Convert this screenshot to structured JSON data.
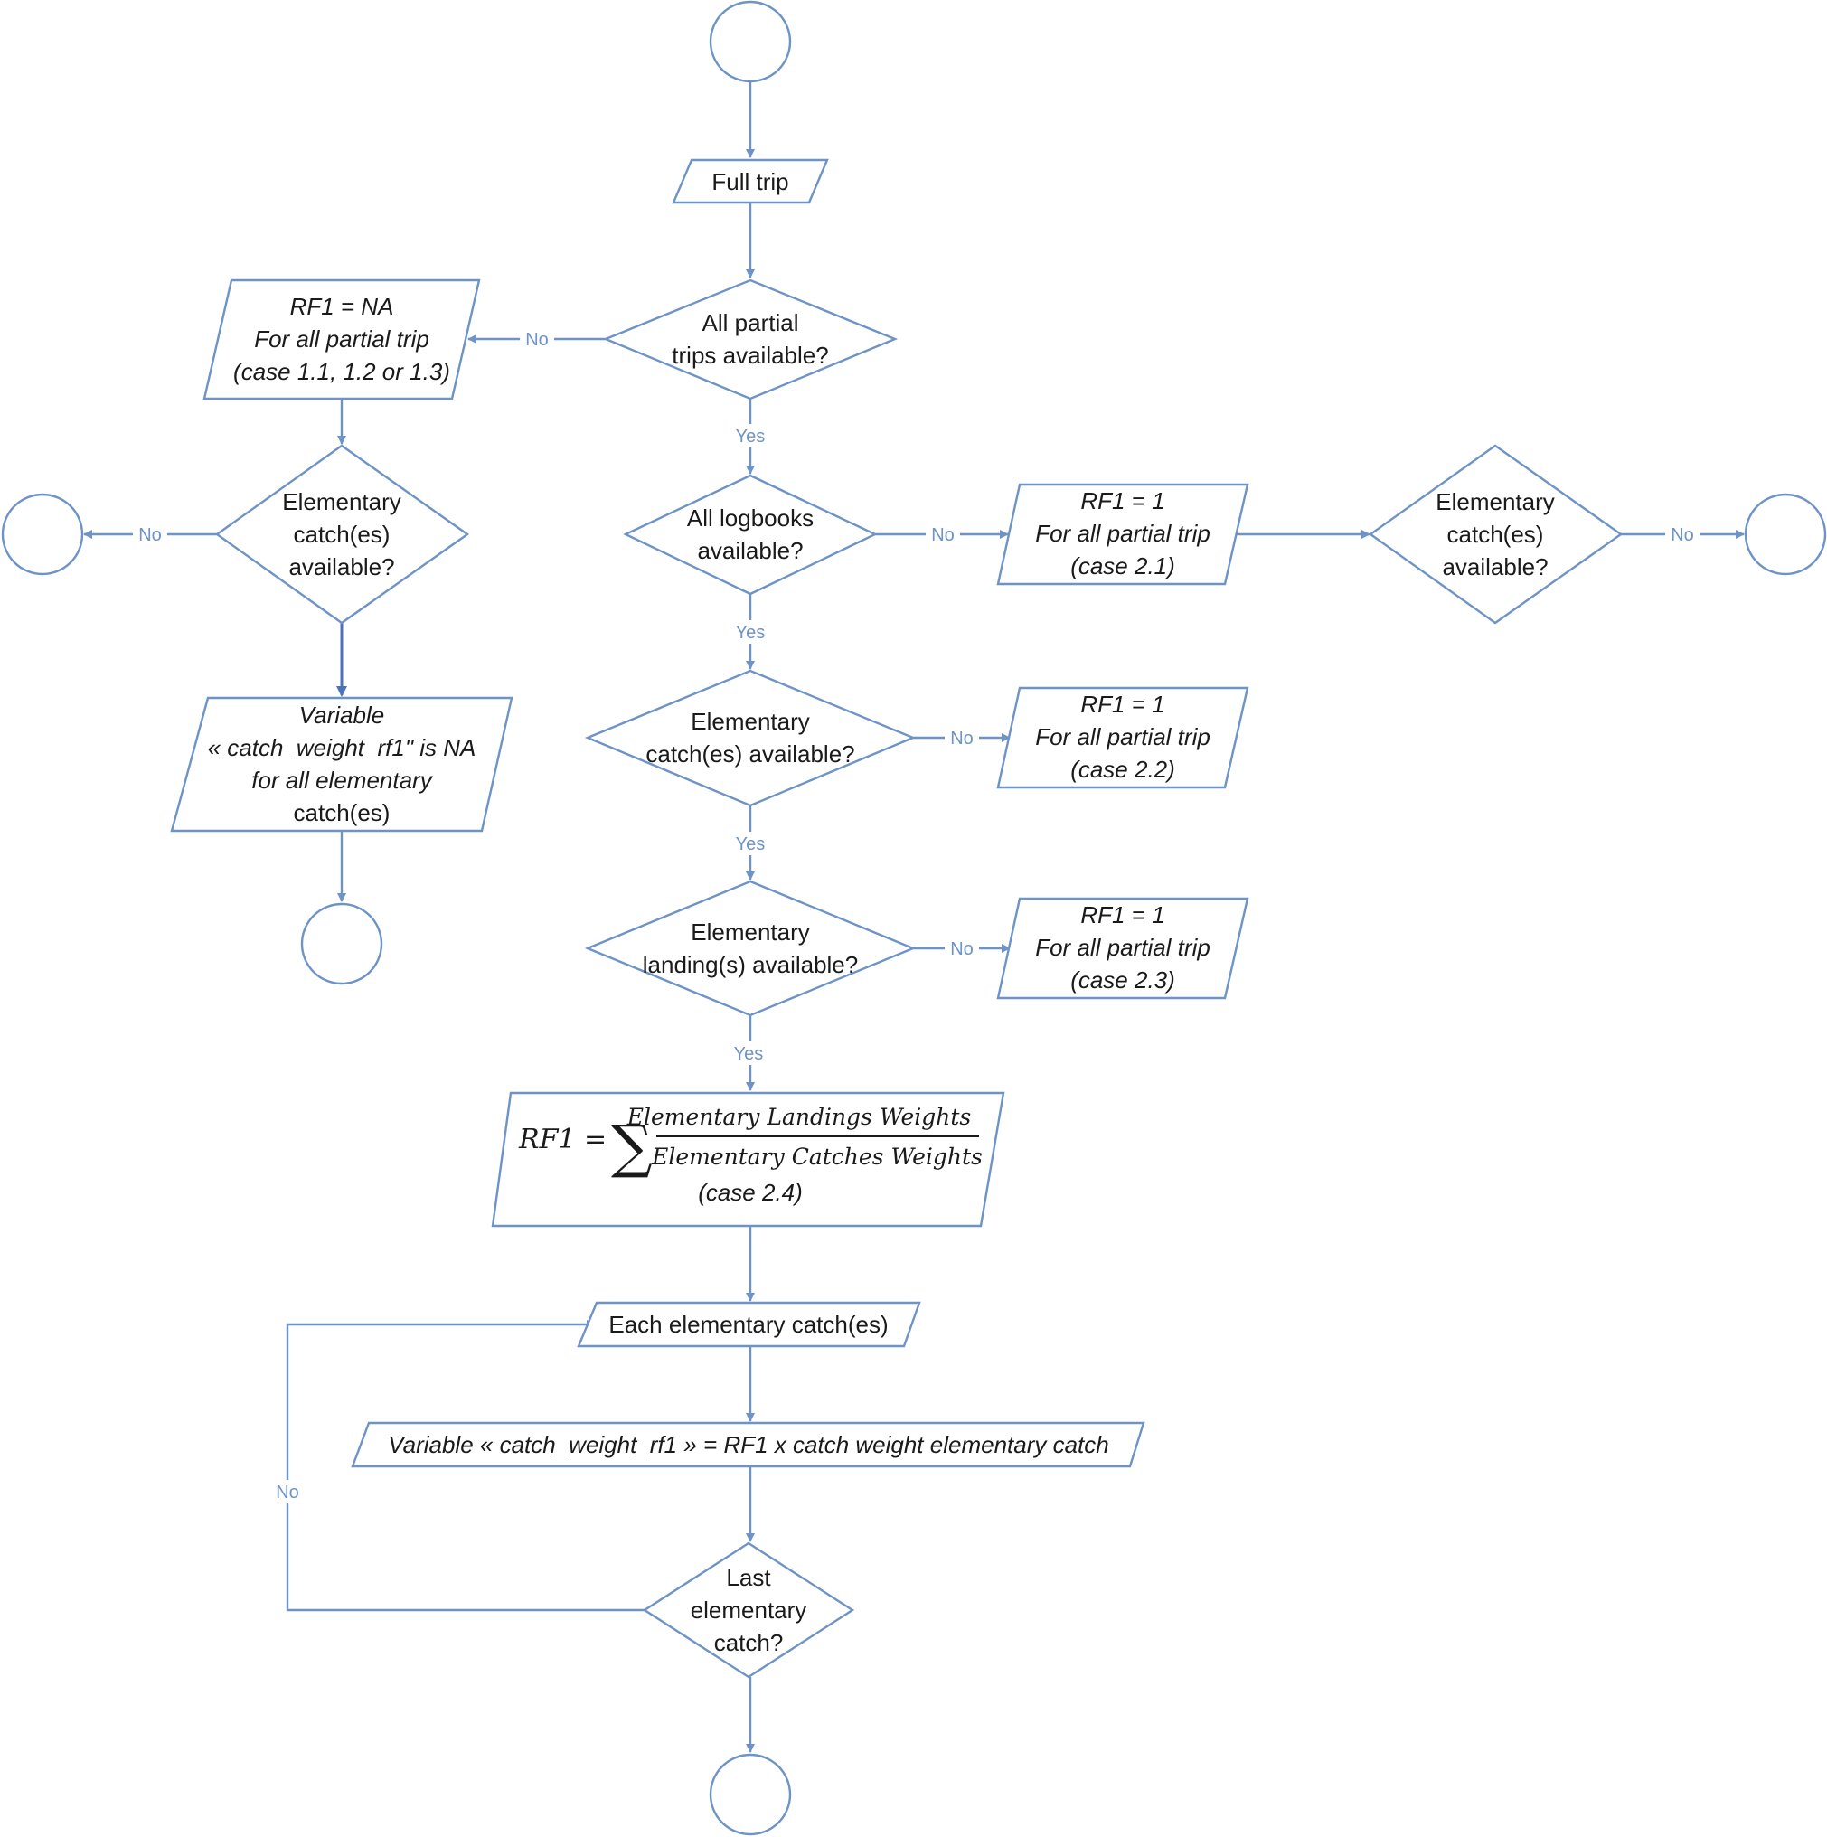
{
  "nodes": {
    "full_trip": "Full trip",
    "q_partial": [
      "All partial",
      "trips available?"
    ],
    "rf1_na": [
      "RF1 = NA",
      "For all partial trip",
      "(case 1.1, 1.2 or 1.3)"
    ],
    "q_elem_left": [
      "Elementary",
      "catch(es)",
      "available?"
    ],
    "var_na": [
      "Variable",
      "« catch_weight_rf1\" is NA",
      "for all elementary",
      "catch(es)"
    ],
    "q_logbooks": [
      "All logbooks",
      "available?"
    ],
    "rf1_21": [
      "RF1 = 1",
      "For all partial trip",
      "(case 2.1)"
    ],
    "q_elem_right": [
      "Elementary",
      "catch(es)",
      "available?"
    ],
    "q_elem_catch": [
      "Elementary",
      "catch(es) available?"
    ],
    "rf1_22": [
      "RF1 = 1",
      "For all partial trip",
      "(case 2.2)"
    ],
    "q_elem_landing": [
      "Elementary",
      "landing(s) available?"
    ],
    "rf1_23": [
      "RF1 = 1",
      "For all partial trip",
      "(case 2.3)"
    ],
    "formula": {
      "lhs": "RF1",
      "eq": "=",
      "sum": "∑",
      "numerator": "Elementary Landings Weights",
      "denominator": "Elementary Catches Weights",
      "case": "(case 2.4)"
    },
    "each_catch": "Each elementary catch(es)",
    "var_calc": "Variable « catch_weight_rf1 » = RF1 x catch weight elementary catch",
    "q_last": [
      "Last",
      "elementary",
      "catch?"
    ]
  },
  "edge_labels": {
    "no": "No",
    "yes": "Yes"
  },
  "colors": {
    "stroke": "#6e93c7",
    "stroke_dark": "#4a73b8",
    "text": "#1a1a1a",
    "background": "#ffffff"
  }
}
